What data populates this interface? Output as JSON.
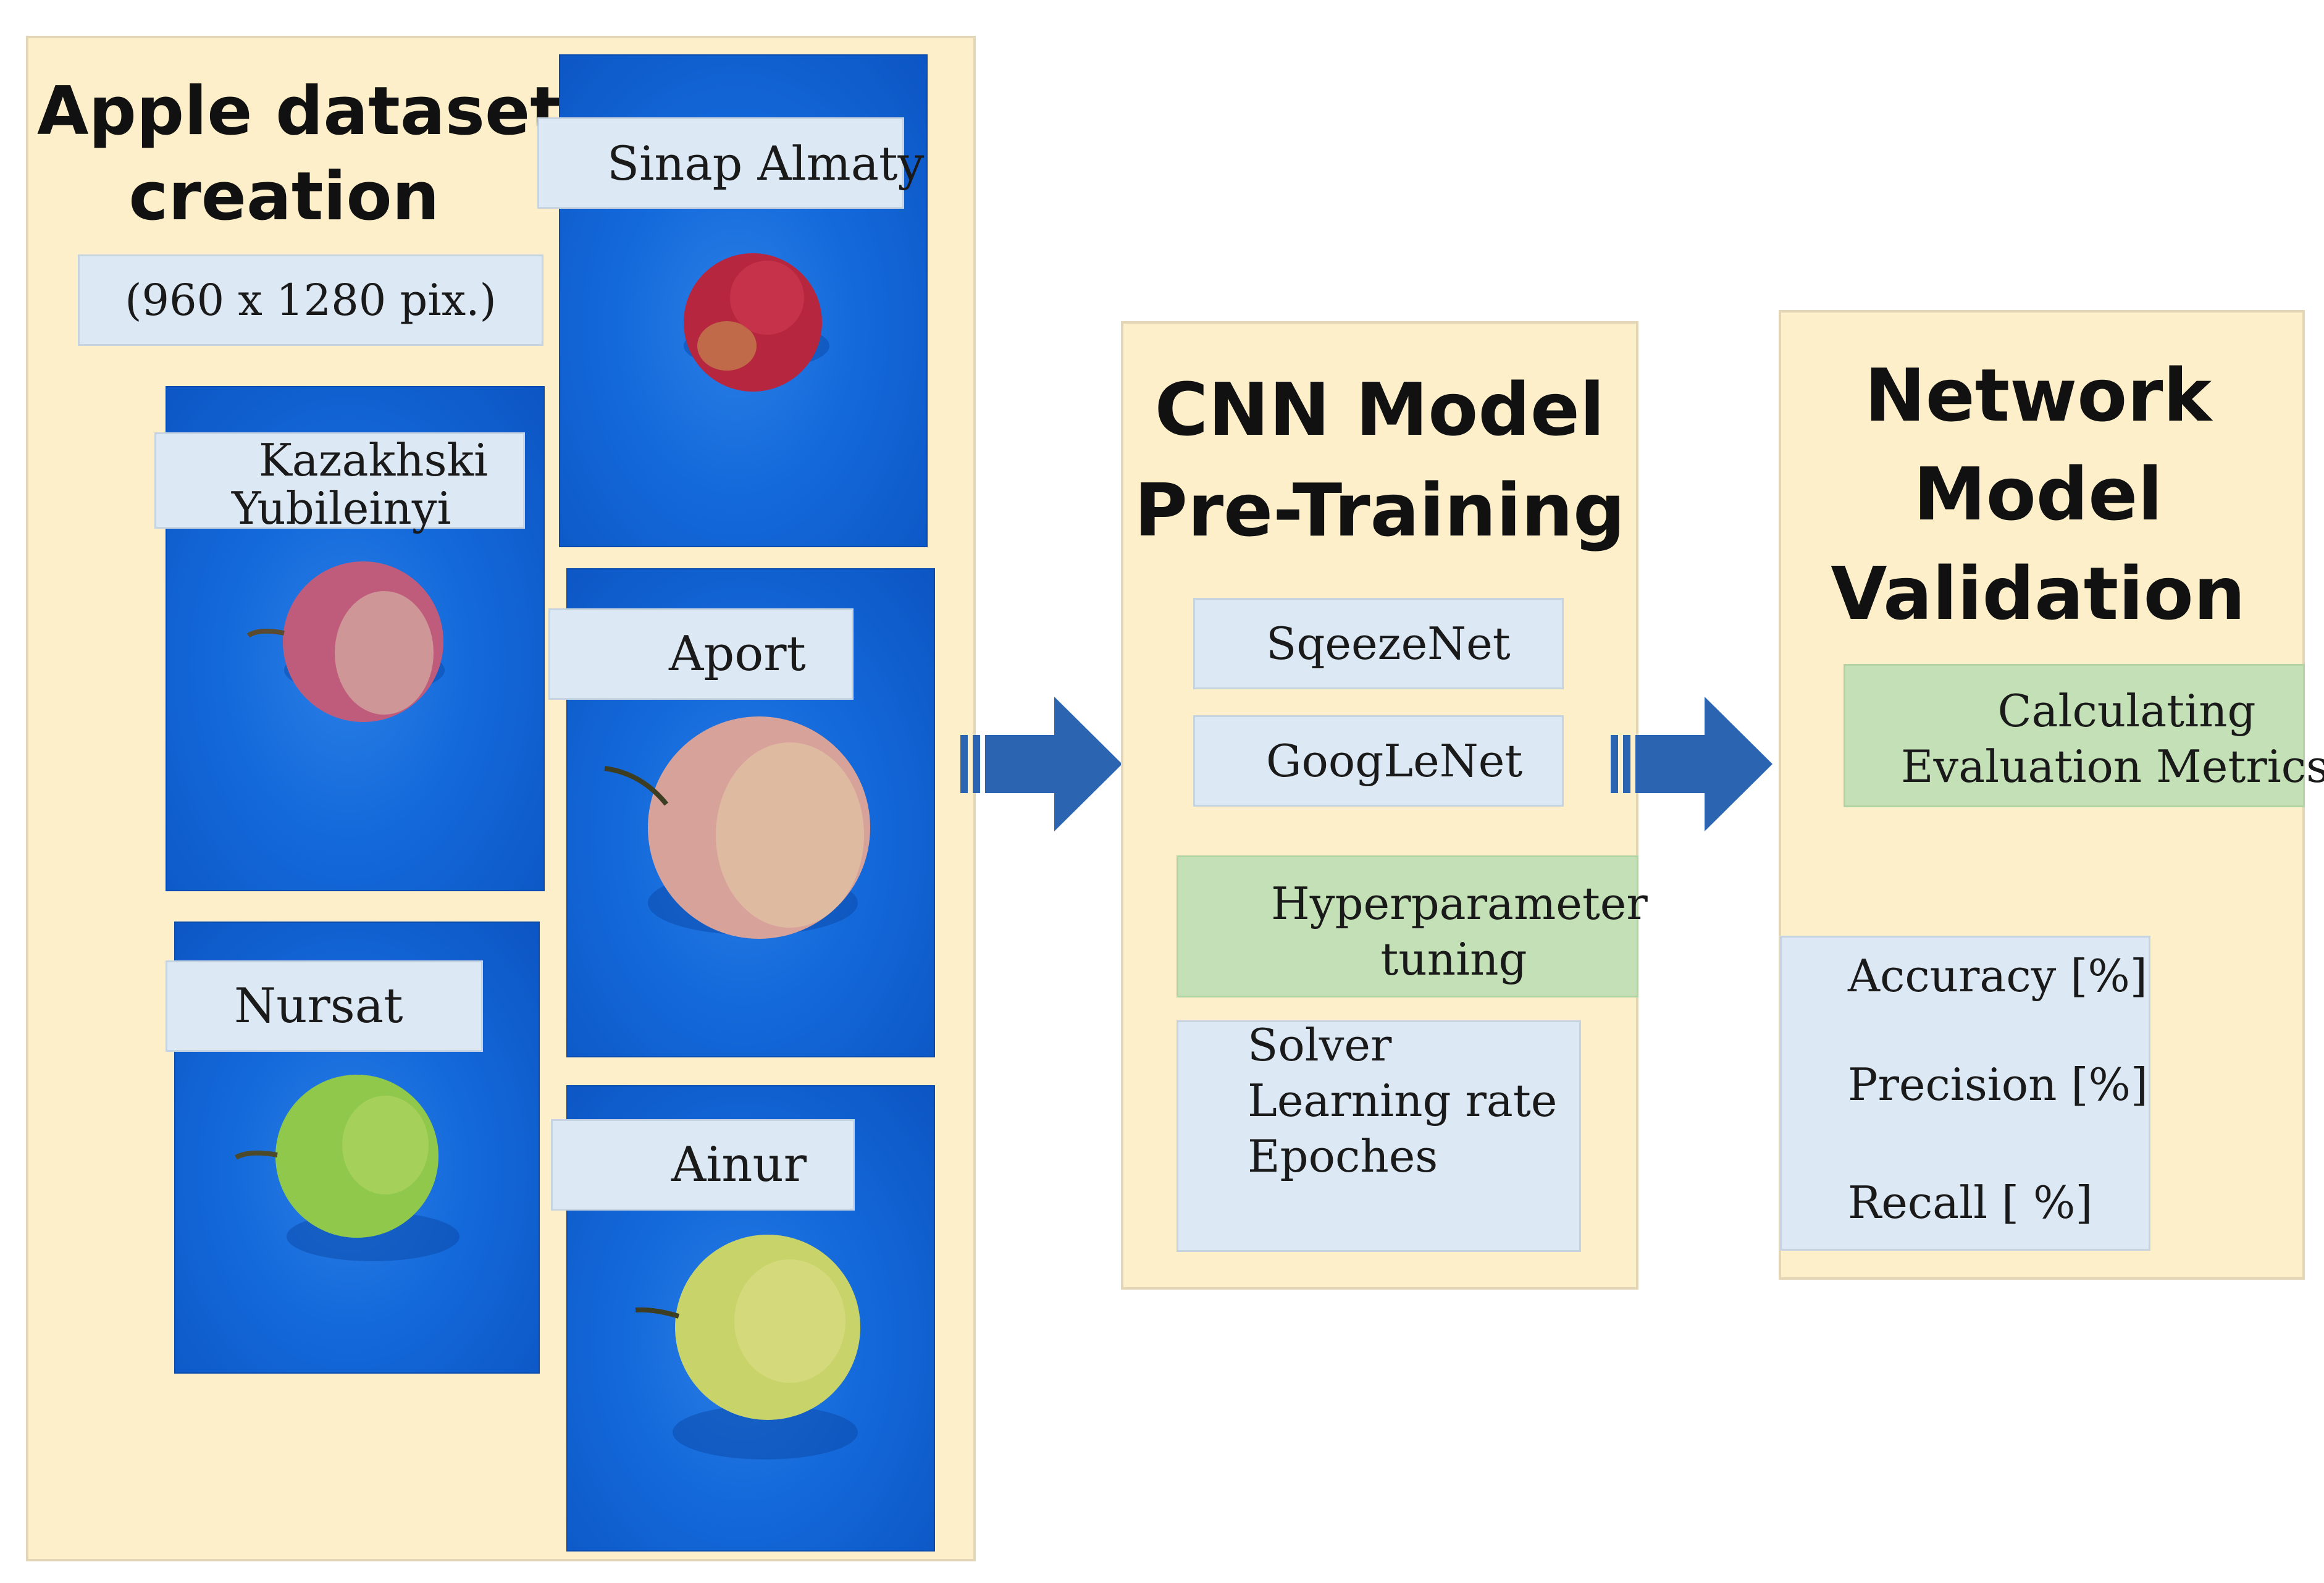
{
  "dataset": {
    "title_line1": "Apple dataset",
    "title_line2": "creation",
    "resolution": "(960 x 1280 pix.)",
    "varieties": {
      "sinap": "Sinap Almaty",
      "kazakh_line1": "Kazakhski",
      "kazakh_line2": "Yubileinyi",
      "aport": "Aport",
      "nursat": "Nursat",
      "ainur": "Ainur"
    }
  },
  "pretraining": {
    "title_line1": "CNN Model",
    "title_line2": "Pre-Training",
    "models": [
      "SqeezeNet",
      "GoogLeNet"
    ],
    "tuning_line1": "Hyperparameter",
    "tuning_line2": "tuning",
    "hyperparameters": [
      "Solver",
      "Learning rate",
      "Epoches"
    ]
  },
  "validation": {
    "title_line1": "Network",
    "title_line2": "Model",
    "title_line3": "Validation",
    "metrics_line1": "Calculating",
    "metrics_line2": "Evaluation Metrics",
    "metrics": [
      "Accuracy [%]",
      "Precision [%]",
      "Recall [ %]"
    ]
  },
  "colors": {
    "panel": "#fdefc9",
    "label_box": "#dce9f4",
    "green_box": "#c3e0b6",
    "photo_background": "#1469da",
    "arrow": "#2b64b0"
  }
}
